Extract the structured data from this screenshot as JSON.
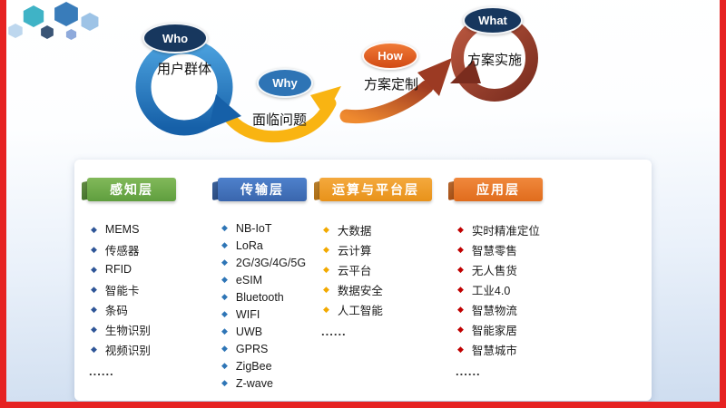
{
  "flow": {
    "stages": [
      {
        "tag": "Who",
        "label": "用户群体",
        "badge_color": "#17375e",
        "shape_color": "#1f78c8"
      },
      {
        "tag": "Why",
        "label": "面临问题",
        "badge_color": "#2e74b5",
        "shape_color": "#f9b412"
      },
      {
        "tag": "How",
        "label": "方案定制",
        "badge_color": "#e05a1e",
        "shape_color": "#b5441f"
      },
      {
        "tag": "What",
        "label": "方案实施",
        "badge_color": "#17375e",
        "shape_color": "#8e3a28"
      }
    ]
  },
  "layers": [
    {
      "title": "感知层",
      "ribbon_color": "#6fae4e",
      "bullet_color": "#2e5597",
      "items": [
        "MEMS",
        "传感器",
        "RFID",
        "智能卡",
        "条码",
        "生物识别",
        "视频识别"
      ],
      "more": "......"
    },
    {
      "title": "传输层",
      "ribbon_color": "#4472c4",
      "bullet_color": "#2e75b6",
      "items": [
        "NB-IoT",
        "LoRa",
        "2G/3G/4G/5G",
        "eSIM",
        "Bluetooth",
        "WIFI",
        "UWB",
        "GPRS",
        "ZigBee",
        "Z-wave"
      ],
      "more": ""
    },
    {
      "title": "运算与平台层",
      "ribbon_color": "#f09f33",
      "bullet_color": "#f2a900",
      "items": [
        "大数据",
        "云计算",
        "云平台",
        "数据安全",
        "人工智能"
      ],
      "more": "......"
    },
    {
      "title": "应用层",
      "ribbon_color": "#ed7d31",
      "bullet_color": "#c00000",
      "items": [
        "实时精准定位",
        "智慧零售",
        "无人售货",
        "工业4.0",
        "智慧物流",
        "智能家居",
        "智慧城市"
      ],
      "more": "......"
    }
  ],
  "ui": {
    "bullet_glyph": "◆",
    "frame_color": "#e62222"
  }
}
